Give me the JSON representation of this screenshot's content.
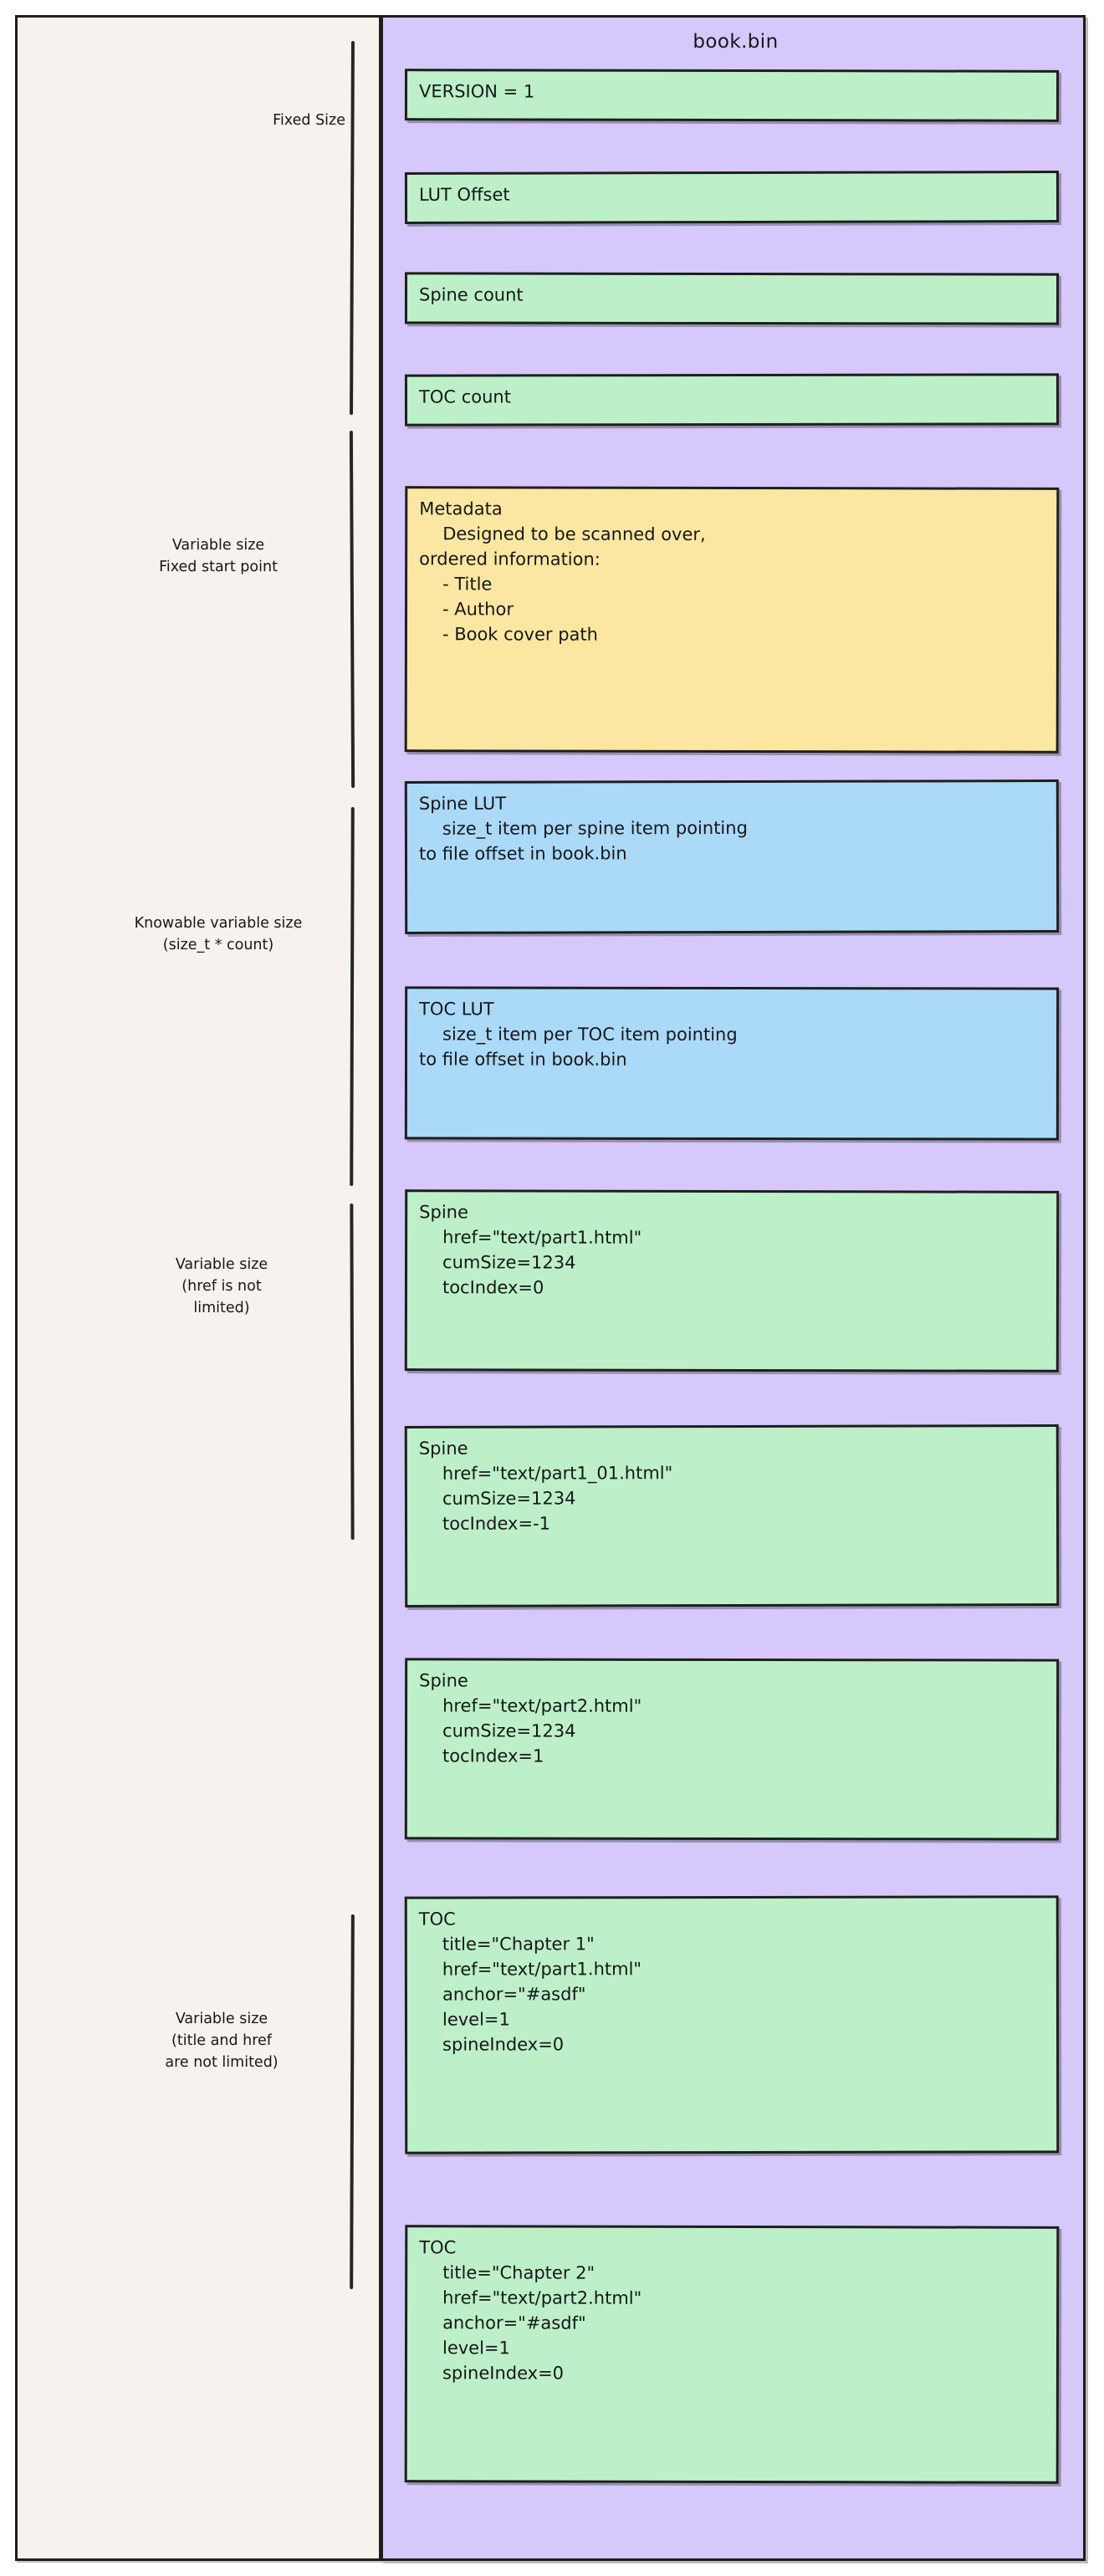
{
  "diagram": {
    "file_title": "book.bin",
    "colors": {
      "page_background": "#ffffff",
      "left_panel": "#f7f2ee",
      "right_panel": "#d6c8fb",
      "green_record": "#bdf0c8",
      "yellow_record": "#fce7a2",
      "blue_record": "#abd9f8",
      "stroke": "#1e1e1e"
    },
    "sections": [
      {
        "label": "Fixed Size"
      },
      {
        "label": "Variable size\nFixed start point"
      },
      {
        "label": "Knowable variable size\n(size_t * count)"
      },
      {
        "label": "Variable size\n(href is not\nlimited)"
      },
      {
        "label": "Variable size\n(title and href\nare not limited)"
      }
    ],
    "records": {
      "version": {
        "lines": [
          "VERSION = 1"
        ]
      },
      "lut_offset": {
        "lines": [
          "LUT Offset"
        ]
      },
      "spine_count": {
        "lines": [
          "Spine count"
        ]
      },
      "toc_count": {
        "lines": [
          "TOC count"
        ]
      },
      "metadata": {
        "header": "Metadata",
        "lines": [
          "Designed to be scanned over,",
          "ordered information:"
        ],
        "bullets": [
          "- Title",
          "- Author",
          "- Book cover path"
        ]
      },
      "spine_lut": {
        "header": "Spine LUT",
        "lines": [
          "size_t item per spine item pointing",
          "to file offset in book.bin"
        ]
      },
      "toc_lut": {
        "header": "TOC LUT",
        "lines": [
          "size_t item per TOC item pointing",
          "to file offset in book.bin"
        ]
      },
      "spine_1": {
        "header": "Spine",
        "lines": [
          "href=\"text/part1.html\"",
          "cumSize=1234",
          "tocIndex=0"
        ]
      },
      "spine_2": {
        "header": "Spine",
        "lines": [
          "href=\"text/part1_01.html\"",
          "cumSize=1234",
          "tocIndex=-1"
        ]
      },
      "spine_3": {
        "header": "Spine",
        "lines": [
          "href=\"text/part2.html\"",
          "cumSize=1234",
          "tocIndex=1"
        ]
      },
      "toc_1": {
        "header": "TOC",
        "lines": [
          "title=\"Chapter 1\"",
          "href=\"text/part1.html\"",
          "anchor=\"#asdf\"",
          "level=1",
          "spineIndex=0"
        ]
      },
      "toc_2": {
        "header": "TOC",
        "lines": [
          "title=\"Chapter 2\"",
          "href=\"text/part2.html\"",
          "anchor=\"#asdf\"",
          "level=1",
          "spineIndex=0"
        ]
      }
    }
  }
}
